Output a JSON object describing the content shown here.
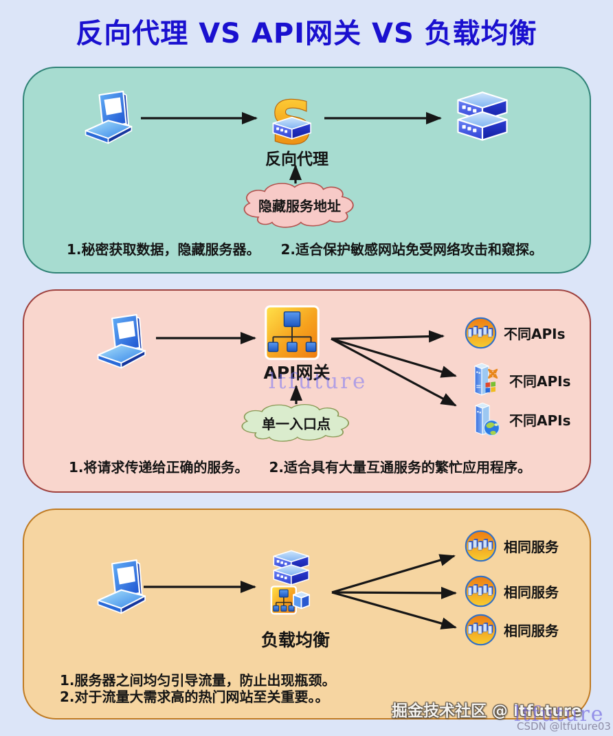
{
  "title": "反向代理 VS API网关 VS 负载均衡",
  "sections": [
    {
      "name": "reverse-proxy",
      "label": "反向代理",
      "cloud_text": "隐藏服务地址",
      "note1": "1.秘密获取数据，隐藏服务器。",
      "note2": "2.适合保护敏感网站免受网络攻击和窥探。",
      "icons": {
        "client": "laptop",
        "hub": "reverse-proxy-s-badge",
        "target": "server-stack"
      }
    },
    {
      "name": "api-gateway",
      "label": "API网关",
      "cloud_text": "单一入口点",
      "note1": "1.将请求传递给正确的服务。",
      "note2": "2.适合具有大量互通服务的繁忙应用程序。",
      "icons": {
        "client": "laptop",
        "hub": "api-gateway-badge"
      },
      "targets": [
        {
          "label": "不同APIs",
          "icon": "server-cluster"
        },
        {
          "label": "不同APIs",
          "icon": "windows-server"
        },
        {
          "label": "不同APIs",
          "icon": "web-server-globe"
        }
      ]
    },
    {
      "name": "load-balancing",
      "label": "负载均衡",
      "note1": "1.服务器之间均匀引导流量，防止出现瓶颈。",
      "note2": "2.对于流量大需求高的热门网站至关重要。。",
      "icons": {
        "client": "laptop",
        "hub": "load-balancer-badge"
      },
      "targets": [
        {
          "label": "相同服务",
          "icon": "server-cluster"
        },
        {
          "label": "相同服务",
          "icon": "server-cluster"
        },
        {
          "label": "相同服务",
          "icon": "server-cluster"
        }
      ]
    }
  ],
  "watermarks": {
    "inline": "ltfuture",
    "community": "掘金技术社区 @ ltfuture",
    "signature": "ltfuture",
    "csdn": "CSDN @ltfuture03"
  },
  "palette": {
    "background": "#dce5f8",
    "title": "#1a10cf",
    "arrow": "#161616",
    "panel_reverse_proxy": {
      "bg": "#a7dcd0",
      "border": "#2f8276",
      "cloud_bg": "#f7cac7",
      "cloud_border": "#b4524e"
    },
    "panel_api_gateway": {
      "bg": "#f9d6cd",
      "border": "#9e403d",
      "cloud_bg": "#daeccd",
      "cloud_border": "#8a9a56"
    },
    "panel_load_balancing": {
      "bg": "#f6d5a1",
      "border": "#bf7a22"
    }
  }
}
